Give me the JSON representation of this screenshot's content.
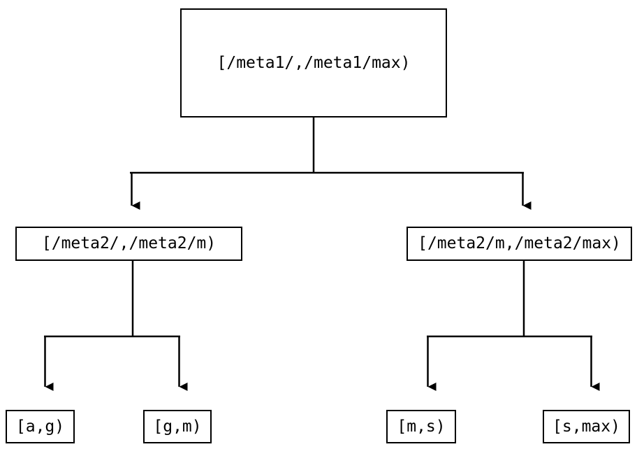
{
  "diagram": {
    "type": "tree",
    "title": "",
    "background_color": "#ffffff",
    "line_color": "#000000",
    "text_color": "#000000",
    "nodes": {
      "root": {
        "label": "[/meta1/,/meta1/max)",
        "level": 0
      },
      "level2": [
        {
          "id": "l2-left",
          "label": "[/meta2/,/meta2/m)"
        },
        {
          "id": "l2-right",
          "label": "[/meta2/m,/meta2/max)"
        }
      ],
      "leaves": [
        {
          "id": "leaf-ag",
          "label": "[a,g)"
        },
        {
          "id": "leaf-gm",
          "label": "[g,m)"
        },
        {
          "id": "leaf-ms",
          "label": "[m,s)"
        },
        {
          "id": "leaf-smax",
          "label": "[s,max)"
        }
      ]
    },
    "edges": [
      {
        "from": "root",
        "to": "l2-left",
        "arrow": "down"
      },
      {
        "from": "root",
        "to": "l2-right",
        "arrow": "down"
      },
      {
        "from": "l2-left",
        "to": "leaf-ag",
        "arrow": "down"
      },
      {
        "from": "l2-left",
        "to": "leaf-gm",
        "arrow": "down"
      },
      {
        "from": "l2-right",
        "to": "leaf-ms",
        "arrow": "down"
      },
      {
        "from": "l2-right",
        "to": "leaf-smax",
        "arrow": "down"
      }
    ]
  }
}
